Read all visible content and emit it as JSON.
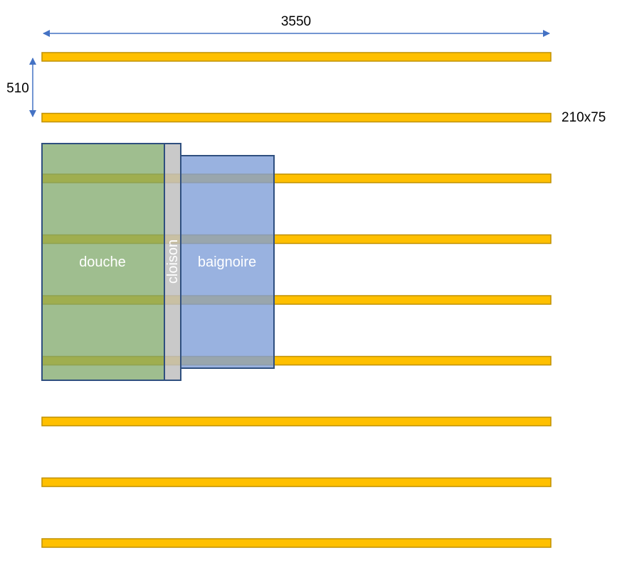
{
  "dimensions": {
    "width_label": "3550",
    "spacing_label": "510",
    "joist_size_label": "210x75"
  },
  "joists": {
    "count": 9
  },
  "zones": {
    "shower": {
      "label": "douche"
    },
    "partition": {
      "label": "cloison"
    },
    "bathtub": {
      "label": "baignoire"
    }
  },
  "colors": {
    "joist_fill": "#FFC000",
    "joist_stroke": "#BF9000",
    "shower_fill": "#7FA86A",
    "partition_fill": "#BFBFBF",
    "bathtub_fill": "#7F9FD8",
    "zone_stroke": "#2F4F7F",
    "arrow": "#4472C4"
  }
}
